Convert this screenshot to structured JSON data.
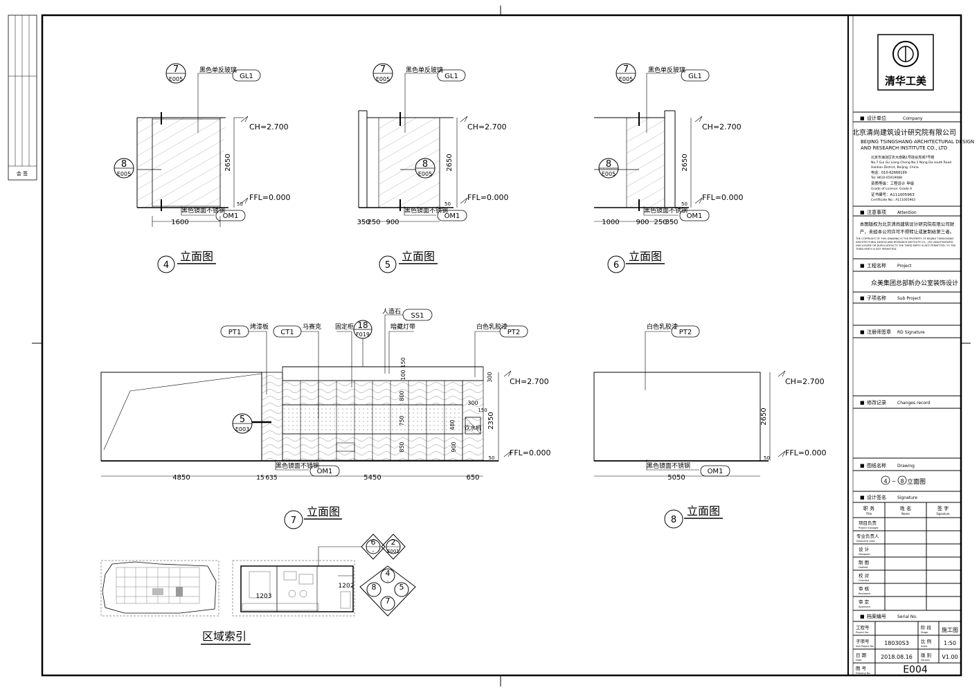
{
  "colors": {
    "ink": "#000000",
    "paper": "#ffffff",
    "hatch": "#777777"
  },
  "elevations": {
    "e4": {
      "num": "4",
      "title": "立面图",
      "sec_top": "7",
      "sec_top_ref": "E005",
      "sec_side": "8",
      "sec_side_ref": "E005",
      "label_top": "黑色单反玻璃",
      "tag_top": "GL1",
      "label_bottom": "黑色镜面不锈钢",
      "tag_bottom": "OM1",
      "ch": "CH=2.700",
      "ffl": "FFL=0.000",
      "height": "2650",
      "dim_small": "50",
      "dims": [
        "1600"
      ]
    },
    "e5": {
      "num": "5",
      "title": "立面图",
      "sec_top": "7",
      "sec_top_ref": "E005",
      "sec_side": "8",
      "sec_side_ref": "E005",
      "label_top": "黑色单反玻璃",
      "tag_top": "GL1",
      "label_bottom": "黑色镜面不锈钢",
      "tag_bottom": "OM1",
      "ch": "CH=2.700",
      "ffl": "FFL=0.000",
      "height": "2650",
      "dim_small": "50",
      "dims": [
        "350",
        "250",
        "900"
      ]
    },
    "e6": {
      "num": "6",
      "title": "立面图",
      "sec_top": "7",
      "sec_top_ref": "E005",
      "sec_side": "8",
      "sec_side_ref": "E005",
      "label_top": "黑色单反玻璃",
      "tag_top": "GL1",
      "label_bottom": "黑色镜面不锈钢",
      "tag_bottom": "OM1",
      "ch": "CH=2.700",
      "ffl": "FFL=0.000",
      "height": "2650",
      "dim_small": "50",
      "dims": [
        "1000",
        "900",
        "250",
        "350"
      ]
    },
    "e7": {
      "num": "7",
      "title": "立面图",
      "tags": {
        "pt1": "PT1",
        "ct1": "CT1",
        "ss1": "SS1",
        "pt2": "PT2",
        "om1": "OM1",
        "sec": "18",
        "sec_ref": "F019",
        "side": "5",
        "side_ref": "E003"
      },
      "labels": {
        "paint": "烤漆板",
        "mosaic": "马赛克",
        "cabinet": "固定柜",
        "stone": "人造石",
        "light": "暗藏灯带",
        "latex": "白色乳胶漆",
        "steel": "黑色镜面不锈钢",
        "fountain": "饮水机"
      },
      "ch": "CH=2.700",
      "ffl": "FFL=0.000",
      "dims_bottom": [
        "4850",
        "15",
        "635",
        "5450",
        "650"
      ],
      "dims_right": [
        "2350"
      ],
      "dims_inner": [
        "150",
        "100",
        "300",
        "800",
        "750",
        "850",
        "900",
        "50",
        "300",
        "150",
        "480"
      ]
    },
    "e8": {
      "num": "8",
      "title": "立面图",
      "tag_top": "PT2",
      "label_top": "白色乳胶漆",
      "label_bottom": "黑色镜面不锈钢",
      "tag_bottom": "OM1",
      "ch": "CH=2.700",
      "ffl": "FFL=0.000",
      "height": "2650",
      "dim_small": "50",
      "dims": [
        "5050"
      ]
    }
  },
  "index": {
    "title": "区域索引",
    "room1": "1203",
    "room2": "1202",
    "k1a": "6",
    "k1b": "2",
    "k1b_ref": "E001",
    "k1dash": "-",
    "k2": [
      "4",
      "5",
      "7",
      "8"
    ],
    "k2dash": "-"
  },
  "titleblock": {
    "logo_text": "清华工美",
    "company_label": "设计单位",
    "company_label_en": "Company",
    "company_cn": "北京清尚建筑设计研究院有限公司",
    "company_en1": "BEIJING TSINGSHANG ARCHITECTURAL DESIGN",
    "company_en2": "AND RESEARCH INSTITUTE CO., LTD",
    "addr1": "北京市海淀区农大南路1号硅谷亮城7号楼",
    "addr2": "No.7 Gui Gu Liang Cheng No.1 Nong Da south Road",
    "addr3": "Haidian District, Beijing, China",
    "tel": "电话：010-62668199",
    "fax": "Tel: 8610-65919088",
    "grade": "资质等级：工程设计 甲级",
    "grade_en": "Grade of Licence: Grade A",
    "cert": "证书编号：A111005963",
    "cert_en": "Certificate No.: A111005963",
    "attention_label": "注意事项",
    "attention_en": "Attention",
    "attention_cn1": "本图版权为北京清尚建筑设计研究院有限公司财",
    "attention_cn2": "产，未经本公司许可不得转让或复制给第三者。",
    "attention_en1": "THE COPYRIGHT OF THIS DRAWING IS THE PROPERTY OF BEIJING TSINGSHANG",
    "attention_en2": "ARCHITECTURAL DESIGN AND RESEARCH INSTITUTE CO., LTD UNAUTHORIZED",
    "attention_en3": "DISCLOSURE OR DUPLICATION TO THE THIRD PARTY IS NOT PERMITTED. TO THE",
    "attention_en4": "THIRD PARTY IS NOT PERMITTED.",
    "project_label": "工程名称",
    "project_en": "Project",
    "project_name": "众美集团总部新办公室装饰设计",
    "sub_label": "子项名称",
    "sub_en": "Sub Project",
    "rd_label": "注册师签章",
    "rd_en": "RD Signature",
    "change_label": "修改记录",
    "change_en": "Changes record",
    "drawing_label": "图纸名称",
    "drawing_en": "Drawing",
    "drawing_a": "4",
    "drawing_sep": "~",
    "drawing_b": "8",
    "drawing_name": "立面图",
    "sig_label": "设计签名",
    "sig_en": "Signature",
    "col1": "职 务",
    "col1_en": "Title",
    "col2": "姓 名",
    "col2_en": "Name",
    "col3": "签 字",
    "col3_en": "Signature",
    "roles": [
      {
        "cn": "项目负责",
        "en": "Project manager"
      },
      {
        "cn": "专业负责人",
        "en": "Discipline Lead"
      },
      {
        "cn": "设 计",
        "en": "Designed"
      },
      {
        "cn": "制 图",
        "en": "Drafted"
      },
      {
        "cn": "校 对",
        "en": "Checked"
      },
      {
        "cn": "审 核",
        "en": "Reviewed"
      },
      {
        "cn": "审 定",
        "en": "Approved"
      }
    ],
    "serial_label": "档案编号",
    "serial_en": "Serial No.",
    "proj_no_label": "工程号",
    "proj_no_en": "Project No.",
    "stage_label": "阶 段",
    "stage_en": "Stage",
    "stage_val": "施工图",
    "sub_no_label": "子项号",
    "sub_no_en": "Sub Project No.",
    "sub_no_val": "18030S3",
    "scale_label": "比 例",
    "scale_en": "Scale",
    "scale_val": "1:50",
    "date_label": "日 期",
    "date_en": "Date",
    "date_val": "2018.08.16",
    "version_label": "版 别",
    "version_en": "Version",
    "version_val": "V1.00",
    "dwg_no_label": "图 号",
    "dwg_no_en": "Drawing No.",
    "dwg_no_val": "E004"
  },
  "margin_strip": {
    "label": "会 签"
  }
}
